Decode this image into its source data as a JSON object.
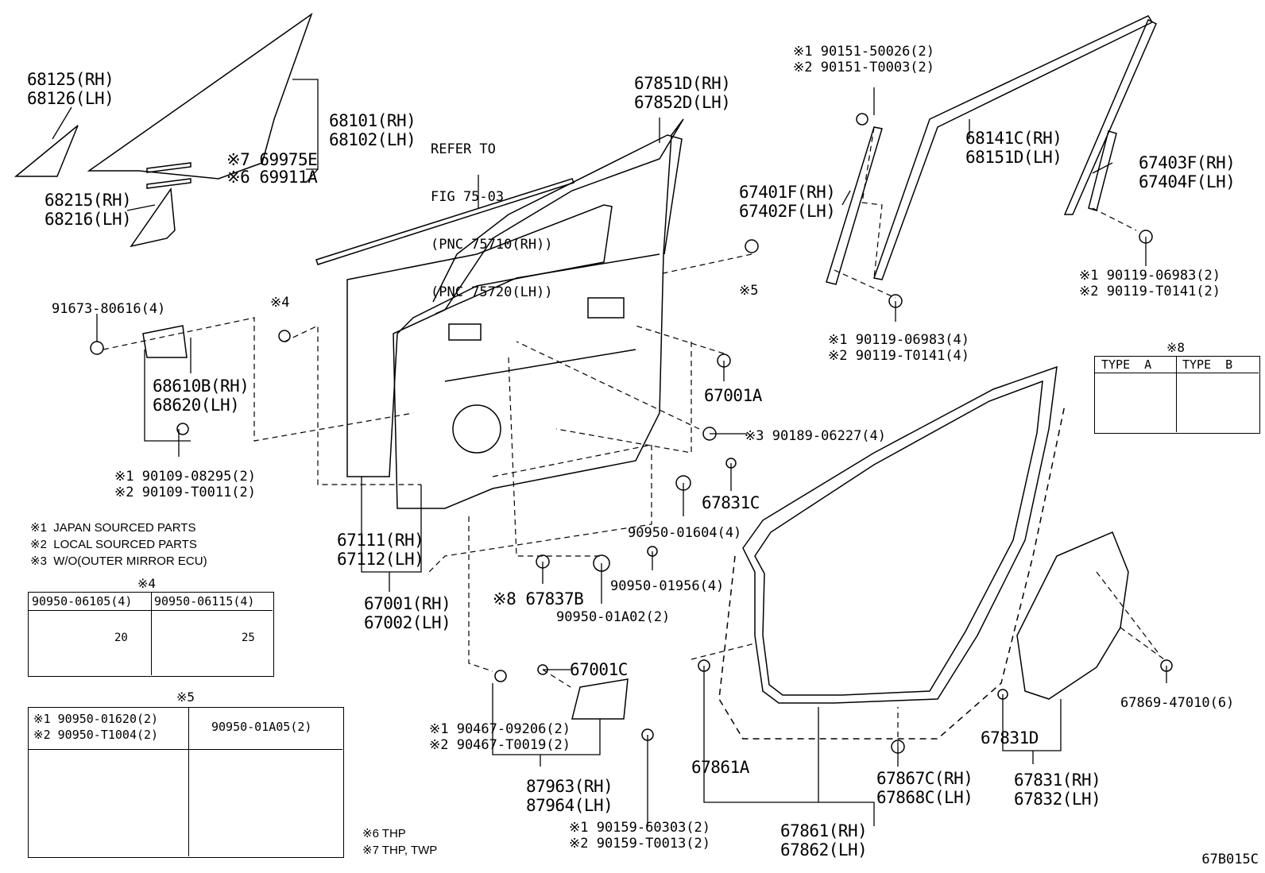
{
  "diagram_code": "67B015C",
  "parts": {
    "p68125": [
      "68125(RH)",
      "68126(LH)"
    ],
    "p68101": [
      "68101(RH)",
      "68102(LH)"
    ],
    "p69975": "※7 69975E",
    "p69911": "※6 69911A",
    "p68215": [
      "68215(RH)",
      "68216(LH)"
    ],
    "refer": [
      "REFER TO",
      "FIG 75-03",
      "(PNC 75710(RH))",
      "(PNC 75720(LH))"
    ],
    "p67851": [
      "67851D(RH)",
      "67852D(LH)"
    ],
    "p90151": [
      "※1 90151-50026(2)",
      "※2 90151-T0003(2)"
    ],
    "p68141": [
      "68141C(RH)",
      "68151D(LH)"
    ],
    "p67401": [
      "67401F(RH)",
      "67402F(LH)"
    ],
    "p67403": [
      "67403F(RH)",
      "67404F(LH)"
    ],
    "p90119a": [
      "※1 90119-06983(2)",
      "※2 90119-T0141(2)"
    ],
    "p90119b": [
      "※1 90119-06983(4)",
      "※2 90119-T0141(4)"
    ],
    "p91673": "91673-80616(4)",
    "mark4": "※4",
    "mark5": "※5",
    "p68610": [
      "68610B(RH)",
      "68620(LH)"
    ],
    "p90109": [
      "※1 90109-08295(2)",
      "※2 90109-T0011(2)"
    ],
    "p67001a": "67001A",
    "p90189": "※3 90189-06227(4)",
    "p67831c": "67831C",
    "p90950_01604": "90950-01604(4)",
    "p90950_01956": "90950-01956(4)",
    "p67111": [
      "67111(RH)",
      "67112(LH)"
    ],
    "p67001": [
      "67001(RH)",
      "67002(LH)"
    ],
    "p67837": "※8 67837B",
    "p90950_01a02": "90950-01A02(2)",
    "p67001c": "67001C",
    "p90467": [
      "※1 90467-09206(2)",
      "※2 90467-T0019(2)"
    ],
    "p87963": [
      "87963(RH)",
      "87964(LH)"
    ],
    "p90159": [
      "※1 90159-60303(2)",
      "※2 90159-T0013(2)"
    ],
    "p67861a": "67861A",
    "p67861": [
      "67861(RH)",
      "67862(LH)"
    ],
    "p67867": [
      "67867C(RH)",
      "67868C(LH)"
    ],
    "p67831d": "67831D",
    "p67831": [
      "67831(RH)",
      "67832(LH)"
    ],
    "p67869": "67869-47010(6)"
  },
  "notes": {
    "n1": "※1  JAPAN SOURCED PARTS",
    "n2": "※2  LOCAL SOURCED PARTS",
    "n3": "※3  W/O(OUTER MIRROR ECU)",
    "n6": "※6 THP",
    "n7": "※7 THP, TWP"
  },
  "table8": {
    "title": "※8",
    "type_a": "TYPE  A",
    "type_b": "TYPE  B"
  },
  "table4": {
    "title": "※4",
    "col1": "90950-06105(4)",
    "col2": "90950-06115(4)",
    "dim1": "20",
    "dim2": "25"
  },
  "table5": {
    "title": "※5",
    "col1a": "※1 90950-01620(2)",
    "col1b": "※2 90950-T1004(2)",
    "col2": "90950-01A05(2)"
  }
}
